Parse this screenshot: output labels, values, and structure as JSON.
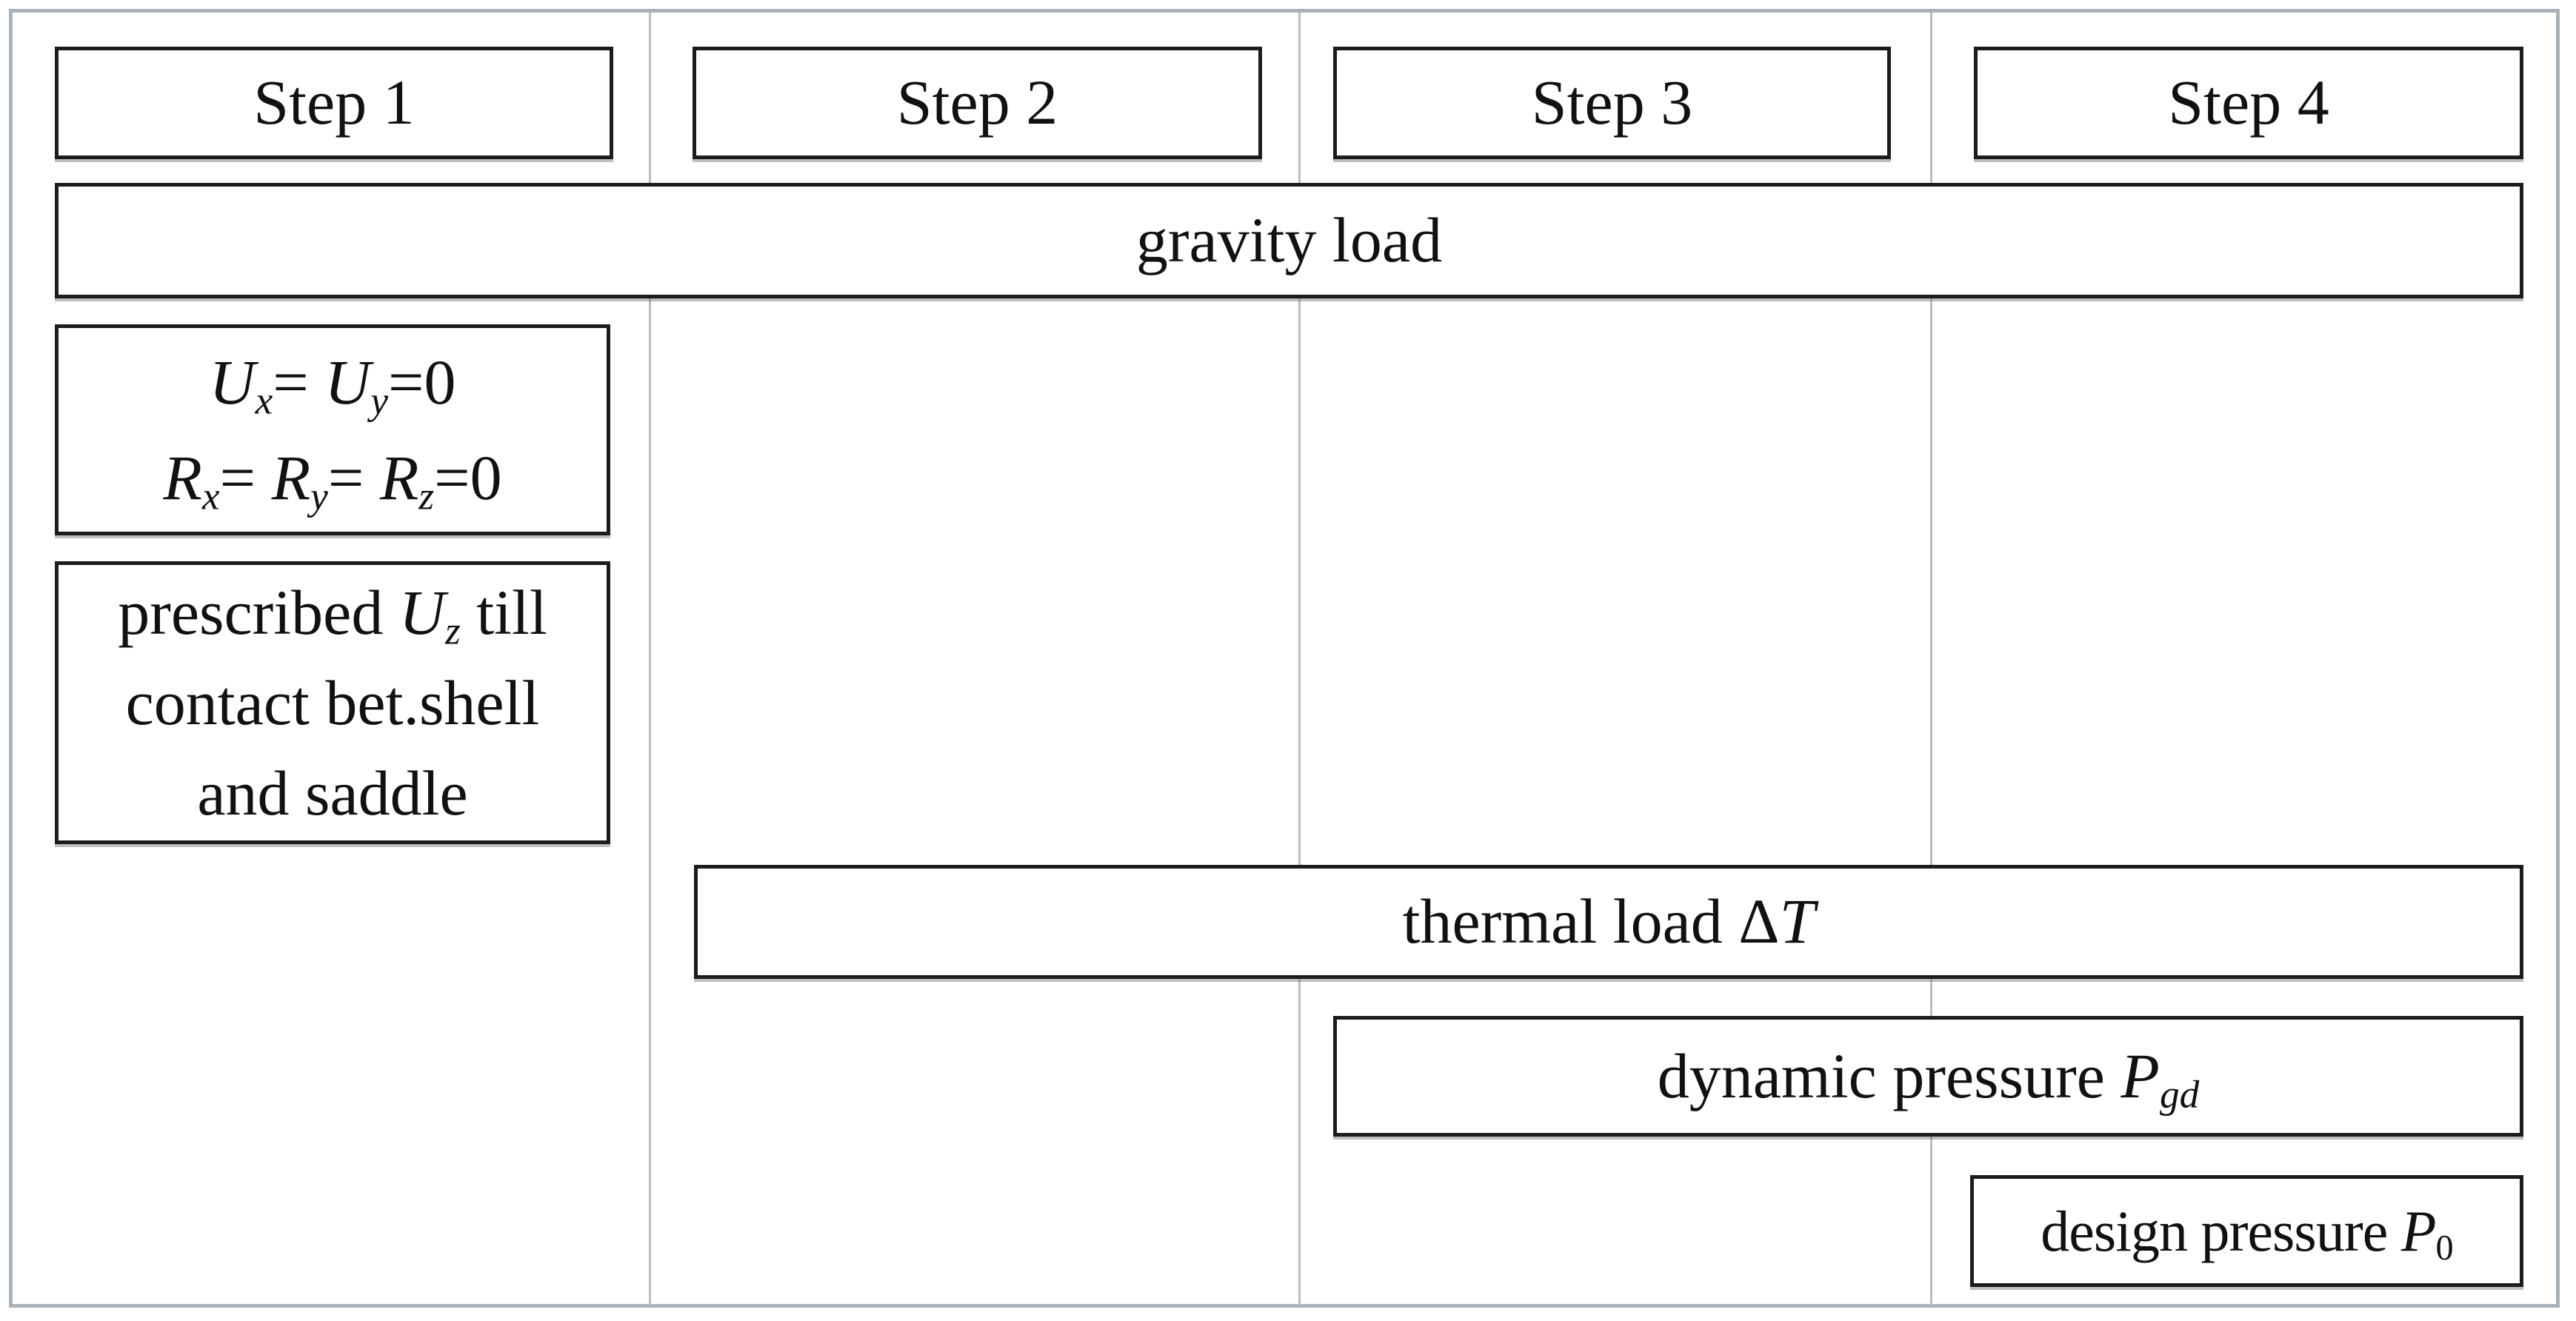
{
  "diagram": {
    "kind": "load-step scheme",
    "steps": [
      "Step 1",
      "Step 2",
      "Step 3",
      "Step 4"
    ],
    "bars": {
      "gravity": {
        "text": "gravity load",
        "start_step": 1,
        "end_step": 4
      },
      "thermal": {
        "text": "thermal load Δ*T*",
        "start_step": 2,
        "end_step": 4
      },
      "dynamic": {
        "text": "dynamic pressure *P*_gd_",
        "start_step": 3,
        "end_step": 4
      },
      "design": {
        "text": "design pressure *P*~0~",
        "start_step": 4,
        "end_step": 4
      }
    },
    "conditions": {
      "boundary": {
        "step": 1,
        "lines": [
          "*U*_x_= *U*_y_=0",
          "*R*_x_= *R*_y_= *R*_z_=0"
        ]
      },
      "prescribed": {
        "step": 1,
        "lines": [
          "prescribed *U*_z_ till",
          "contact bet.shell",
          "and saddle"
        ]
      }
    },
    "colors": {
      "box_border": "#1c1c1c",
      "column_divider": "#bcbcbc",
      "outer_frame": "#a9b2ba",
      "text": "#111111",
      "background": "#ffffff"
    }
  }
}
